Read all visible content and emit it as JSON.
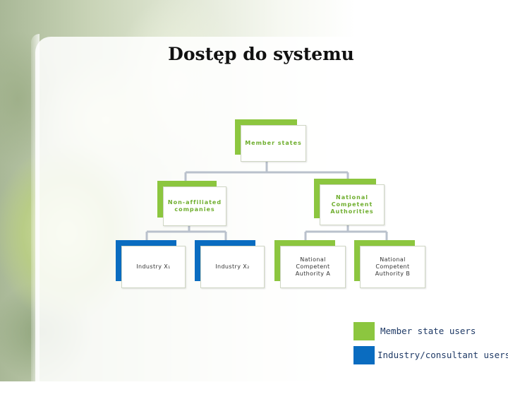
{
  "title": "Dostęp do systemu",
  "nodes": {
    "member_states": "Member states",
    "non_affiliated": "Non-affiliated companies",
    "nca": "National Competent Authorities",
    "industry_x1": "Industry X₁",
    "industry_x2": "Industry X₂",
    "nca_a": "National Competent Authority A",
    "nca_b": "National Competent Authority B"
  },
  "legend": {
    "member_state_users": "Member state users",
    "industry_users": "Industry/consultant users"
  },
  "colors": {
    "green": "#8cc63f",
    "blue": "#0a6cc0",
    "connector": "#b9c1cc"
  }
}
